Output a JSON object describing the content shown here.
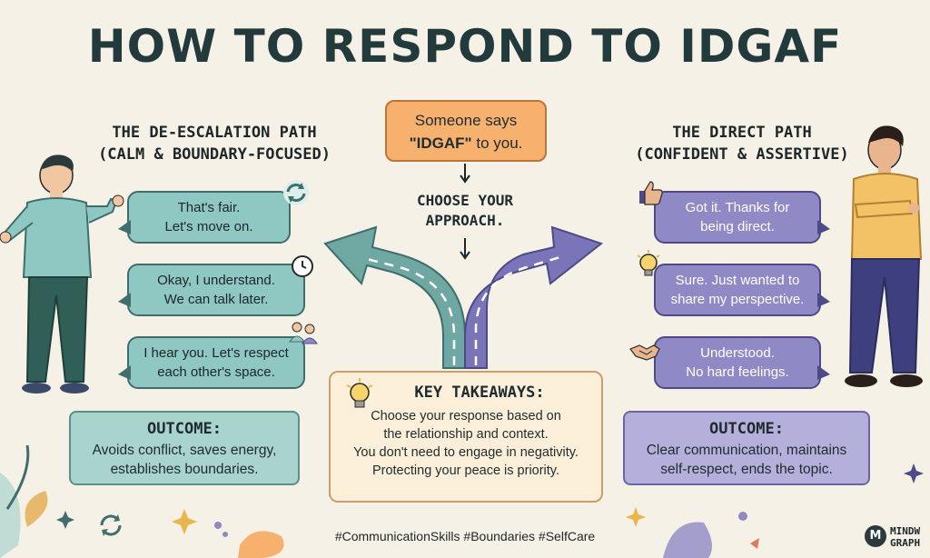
{
  "title": "HOW TO RESPOND TO IDGAF",
  "left_path": {
    "heading_line1": "THE DE-ESCALATION PATH",
    "heading_line2": "(CALM & BOUNDARY-FOCUSED)",
    "bubbles": [
      {
        "line1": "That's fair.",
        "line2": "Let's move on.",
        "icon": "refresh-icon"
      },
      {
        "line1": "Okay, I understand.",
        "line2": "We can talk later.",
        "icon": "clock-icon"
      },
      {
        "line1": "I hear you. Let's respect",
        "line2": "each other's space.",
        "icon": "people-icon"
      }
    ],
    "outcome_heading": "OUTCOME:",
    "outcome_line1": "Avoids conflict, saves energy,",
    "outcome_line2": "establishes boundaries."
  },
  "right_path": {
    "heading_line1": "THE DIRECT PATH",
    "heading_line2": "(CONFIDENT & ASSERTIVE)",
    "bubbles": [
      {
        "line1": "Got it. Thanks for",
        "line2": "being direct.",
        "icon": "thumbs-up-icon"
      },
      {
        "line1": "Sure. Just wanted to",
        "line2": "share my perspective.",
        "icon": "lightbulb-icon"
      },
      {
        "line1": "Understood.",
        "line2": "No hard feelings.",
        "icon": "handshake-icon"
      }
    ],
    "outcome_heading": "OUTCOME:",
    "outcome_line1": "Clear communication, maintains",
    "outcome_line2": "self-respect, ends the topic."
  },
  "center": {
    "someone_line1": "Someone says",
    "someone_quote": "\"IDGAF\"",
    "someone_tail": " to you.",
    "choose_line1": "CHOOSE YOUR",
    "choose_line2": "APPROACH."
  },
  "key_takeaways": {
    "heading": "KEY TAKEAWAYS:",
    "lines": [
      "Choose your response based on",
      "the relationship and context.",
      "You don't need to engage in negativity.",
      "Protecting your peace is priority."
    ]
  },
  "hashtags": "#CommunicationSkills #Boundaries #SelfCare",
  "brand": {
    "mark": "M",
    "line1": "MINDW",
    "line2": "GRAPH"
  },
  "colors": {
    "background": "#f5f1e6",
    "teal": "#8fc7c2",
    "purple": "#8f89c6",
    "orange": "#f6b16f",
    "cream": "#fbefd9"
  }
}
